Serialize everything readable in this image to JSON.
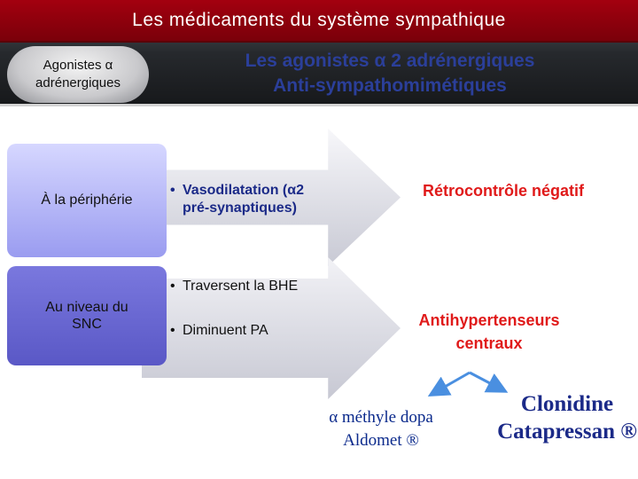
{
  "slide": {
    "title": "Les médicaments du système sympathique",
    "pill_label_line1": "Agonistes α",
    "pill_label_line2": "adrénergiques",
    "header_line1": "Les agonistes α 2 adrénergiques",
    "header_line2": "Anti-sympathomimétiques"
  },
  "rows": {
    "peripherie": "À la périphérie",
    "snc_line1": "Au niveau du",
    "snc_line2": "SNC"
  },
  "bullets": {
    "vaso_line1": "Vasodilatation (α2",
    "vaso_line2": "pré-synaptiques)",
    "bhe": "Traversent la BHE",
    "pa": "Diminuent PA"
  },
  "effects": {
    "retro": "Rétrocontrôle négatif",
    "antihyper_line1": "Antihypertenseurs",
    "antihyper_line2": "centraux"
  },
  "drugs": {
    "dopa_line1": "α méthyle dopa",
    "dopa_line2": "Aldomet ®",
    "clon_line1": "Clonidine",
    "clon_line2": "Catapressan ®"
  },
  "colors": {
    "title_red": "#a3000f",
    "header_blue": "#2b3f9a",
    "effect_red": "#e01a1a",
    "connector_blue": "#4a8fe0"
  }
}
